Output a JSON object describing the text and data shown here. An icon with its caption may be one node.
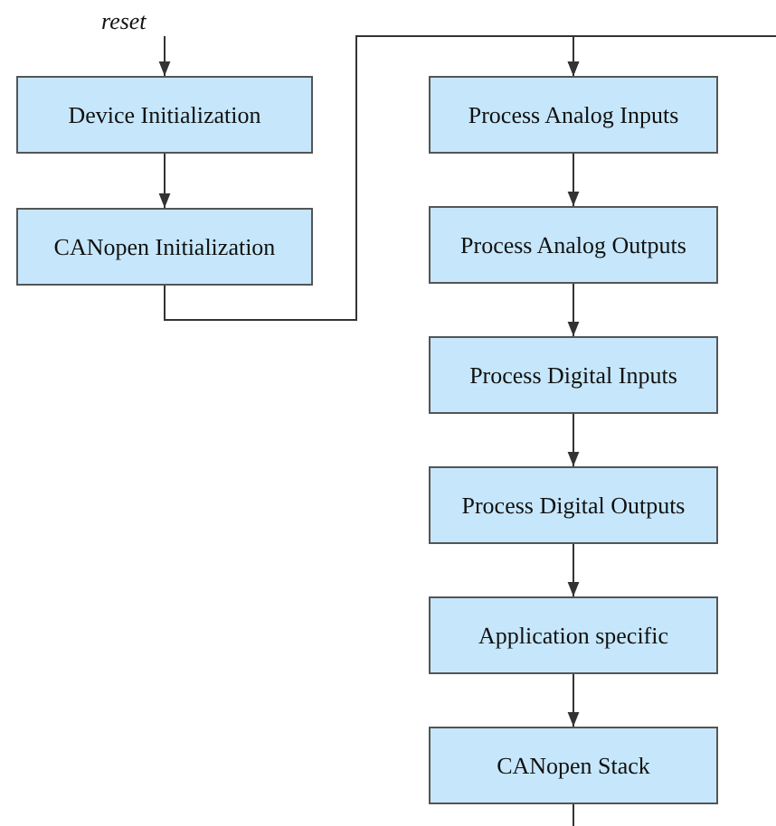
{
  "diagram": {
    "nodes": [
      {
        "text": [
          "reset"
        ]
      },
      {
        "text": [
          "Device Initialization"
        ]
      },
      {
        "text": [
          "CANopen Initialization"
        ]
      },
      {
        "text": [
          "Process Analog Inputs"
        ]
      },
      {
        "text": [
          "Process Analog Outputs"
        ]
      },
      {
        "text": [
          "Process Digital Inputs"
        ]
      },
      {
        "text": [
          "Process Digital Outputs"
        ]
      },
      {
        "text": [
          "Application specific"
        ]
      },
      {
        "text": [
          "CANopen Stack"
        ]
      }
    ],
    "edges": [
      {
        "from": 0,
        "to": 1,
        "arrow": "to"
      },
      {
        "from": 1,
        "to": 2,
        "arrow": "to"
      },
      {
        "from": 2,
        "to": 3,
        "arrow": "to"
      },
      {
        "from": null,
        "to": 3,
        "arrow": "to"
      },
      {
        "from": 3,
        "to": 4,
        "arrow": "to"
      },
      {
        "from": 4,
        "to": 5,
        "arrow": "to"
      },
      {
        "from": 5,
        "to": 6,
        "arrow": "to"
      },
      {
        "from": 6,
        "to": 7,
        "arrow": "to"
      },
      {
        "from": 7,
        "to": 8,
        "arrow": "to"
      },
      {
        "from": 8,
        "to": null,
        "arrow": "none"
      }
    ]
  }
}
